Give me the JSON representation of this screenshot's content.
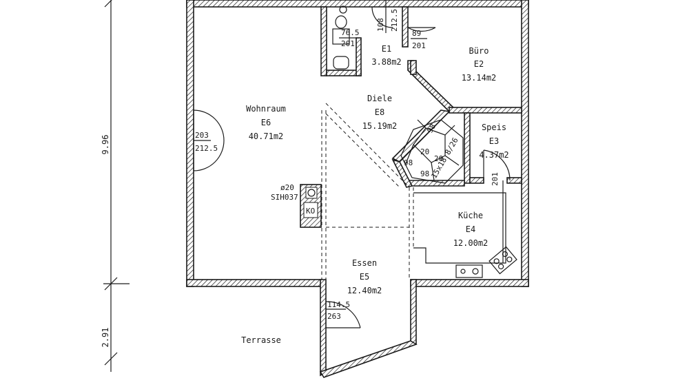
{
  "dimensions": {
    "overall_height": "9.96",
    "terrace_depth": "2.91"
  },
  "rooms": {
    "wohnraum": {
      "name": "Wohnraum",
      "code": "E6",
      "area": "40.71m2"
    },
    "diele": {
      "name": "Diele",
      "code": "E8",
      "area": "15.19m2"
    },
    "buero": {
      "name": "Büro",
      "code": "E2",
      "area": "13.14m2"
    },
    "speis": {
      "name": "Speis",
      "code": "E3",
      "area": "4.37m2"
    },
    "kueche": {
      "name": "Küche",
      "code": "E4",
      "area": "12.00m2"
    },
    "essen": {
      "name": "Essen",
      "code": "E5",
      "area": "12.40m2"
    },
    "wc": {
      "name": "",
      "code": "E1",
      "area": "3.88m2"
    },
    "terrasse": {
      "name": "Terrasse"
    }
  },
  "openings": {
    "wohnraum_window": {
      "top": "203",
      "bottom": "212.5"
    },
    "wc_window": {
      "top": "76.5",
      "bottom": "201"
    },
    "wc_door": {
      "top": "108",
      "bottom": "212.5"
    },
    "buero_door": {
      "top": "89",
      "bottom": "201"
    },
    "essen_door": {
      "top": "114.5",
      "bottom": "263"
    },
    "speis_door": {
      "label": "201"
    }
  },
  "stair": {
    "label": "15x18 8/26",
    "steps": [
      "20",
      "20",
      "98",
      "98",
      "98"
    ]
  },
  "chimney": {
    "size": "ø20",
    "type": "SIH037",
    "ko": "KO"
  }
}
